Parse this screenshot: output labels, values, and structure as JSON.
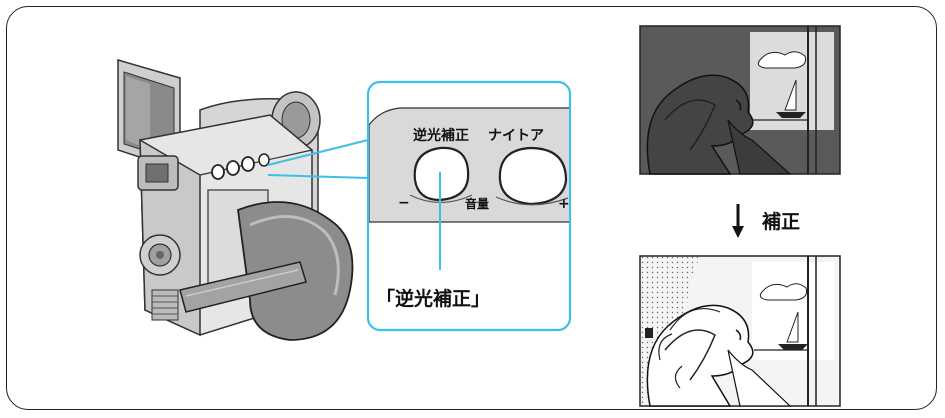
{
  "buttons": {
    "backlight": "逆光補正",
    "night": "ナイトア",
    "minus": "−",
    "volume": "音量",
    "plus": "+"
  },
  "callout_label": "「逆光補正」",
  "compare": {
    "label": "補正"
  },
  "colors": {
    "accent_line": "#3cc0e8",
    "panel_gray": "#d9d9d9",
    "dark_scene": "#555555"
  }
}
